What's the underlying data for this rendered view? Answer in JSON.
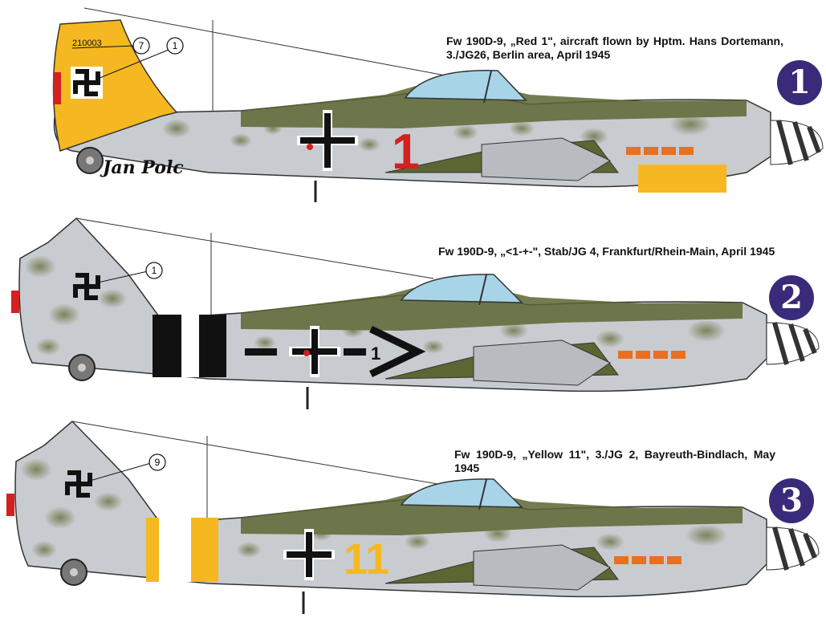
{
  "profiles": [
    {
      "caption": "Fw 190D-9, „Red 1\", aircraft flown by Hptm. Hans Dortemann, 3./JG26, Berlin area, April 1945",
      "badge": "1",
      "callouts": [
        "7",
        "1"
      ],
      "serial": "210003",
      "code": "1",
      "code_color": "#d42020",
      "tail_color": "#f5b820"
    },
    {
      "caption": "Fw 190D-9, „<1-+-\", Stab/JG 4, Frankfurt/Rhein-Main, April 1945",
      "badge": "2",
      "callouts": [
        "1"
      ],
      "code": "1"
    },
    {
      "caption": "Fw 190D-9, „Yellow 11\", 3./JG 2, Bayreuth-Bindlach, May 1945",
      "badge": "3",
      "callouts": [
        "9"
      ],
      "code": "11",
      "code_color": "#f5b820"
    }
  ],
  "signature": "Jan Polc",
  "colors": {
    "badge": "#3a2a7a",
    "fuselage": "#c8ccd0",
    "upper": "#5c6633",
    "mottle": "#7a8050"
  }
}
